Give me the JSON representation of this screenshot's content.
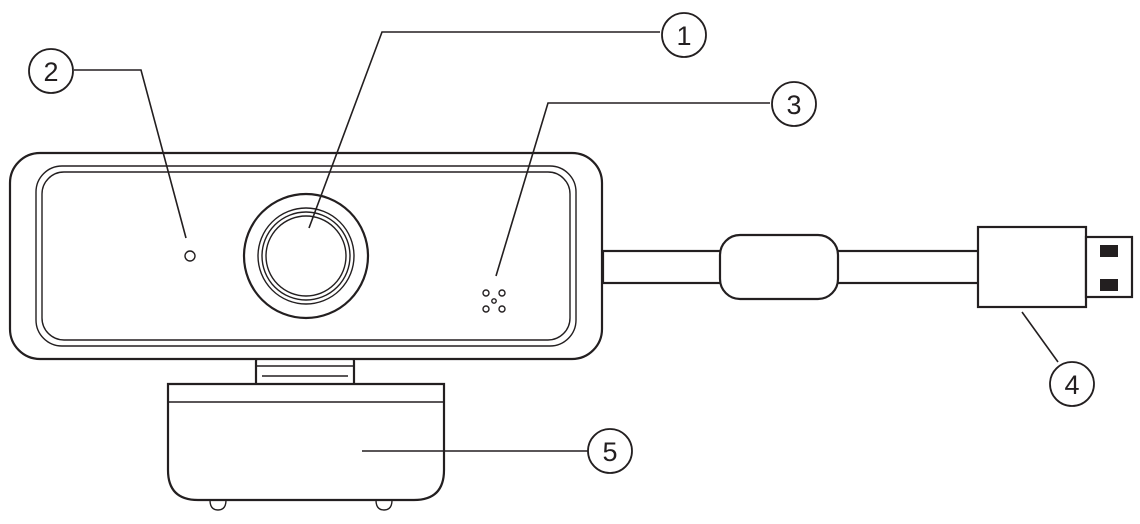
{
  "callouts": [
    {
      "id": "1",
      "label": "1"
    },
    {
      "id": "2",
      "label": "2"
    },
    {
      "id": "3",
      "label": "3"
    },
    {
      "id": "4",
      "label": "4"
    },
    {
      "id": "5",
      "label": "5"
    }
  ],
  "colors": {
    "line": "#231f20",
    "background": "#ffffff",
    "fill_dark": "#231f20"
  }
}
